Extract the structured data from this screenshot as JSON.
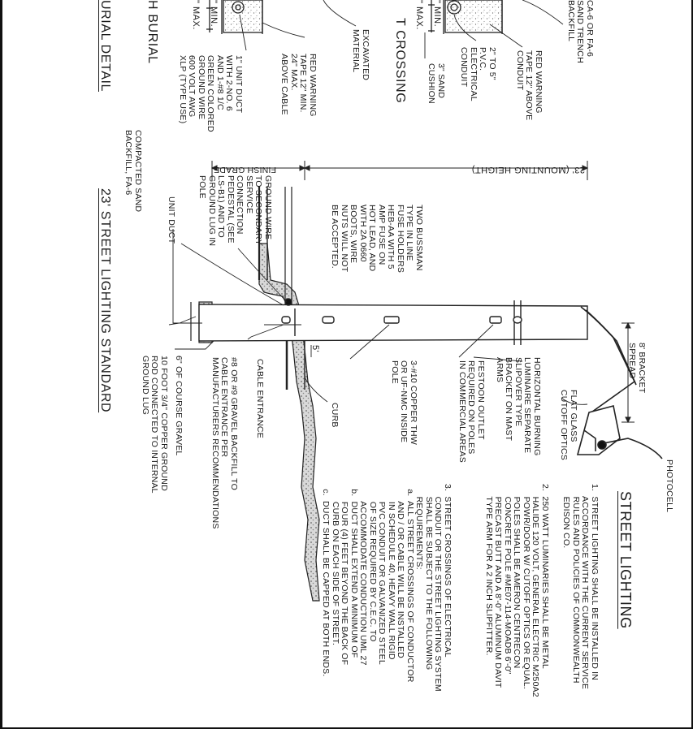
{
  "titles": {
    "street_lighting": "STREET LIGHTING",
    "standard": "23' STREET LIGHTING STANDARD",
    "burial_detail": "URIAL DETAIL",
    "direct_burial": "H BURIAL",
    "crossing": "T CROSSING"
  },
  "notes": {
    "note1": "1.  STREET LIGHTING SHALL BE INSTALLED IN\n     ACCORDANCE WITH THE CURRENT SERVICE\n     RULES AND POLICIES OF COMMONWEALTH\n     EDISON CO.",
    "note2": "2.  250 WATT LUMINARIES SHALL BE METAL\n     HALIDE 120 VOLT, GENERAL ELECTRIC M250A2\n     POWR/DOOR W/ CUTOFF OPTICS OR EQUAL.\n     POLES SHALL BE AMERON CENTRECON\n     CONCRETE POLE #ME07-114-MOADB 6'-0\"\n     PRECAST BUTT AND A 8'-0\" ALUMINUM DAVIT\n     TYPE ARM FOR A 2 INCH SLIPFITTER.",
    "note3": "3.  STREET CROSSINGS OF ELECTRICAL\n     CONDUIT OR THE STREET LIGHTING SYSTEM\n     SHALL BE SUBJECT TO THE FOLLOWING\n     REQUIREMENTS:\n  a.  ALL STREET CROSSINGS OF CONDUCTOR\n       AND / OR CABLE WILL BE INSTALLED\n       IN SCHEDULE 40, HEAVY WALL RIGID\n       PVC CONDUIT OR GALVANIZED STEEL\n       OF SIZE REQUIRED BY C.E.C. TO\n       ACCOMMODATE CONDUCTION UML 27\n  b.  DUCT SHALL EXTEND A MINIMUM OF\n       FOUR (4) FEET BEYOND THE BACK OF\n       CURB ON EACH SIDE OF STREET.\n  c.  DUCT SHALL BE CAPPED AT BOTH ENDS."
  },
  "labels": {
    "photocell": "PHOTOCELL",
    "bracket_spread": "8' BRACKET\nSPREAD",
    "flat_glass": "FLAT GLASS\nCUTOFF OPTICS",
    "luminaire": "HORIZONTAL BURNING\nLUMINAIRE SEPARATE\nSLIPOVER TYPE\nBRACKET ON MAST\nARMS",
    "festoon": "FESTOON OUTLET\nREQUIRED ON POLES\nIN COMMERCIAL AREAS",
    "copper_thw": "3-#10 COPPER THW\nOR UF-NMC INSIDE\nPOLE",
    "curb": "CURB",
    "five_ft": "5'",
    "cable_entrance": "CABLE ENTRANCE",
    "gravel_backfill": "#8 OR #9 GRAVEL BACKFILL TO\nCABLE ENTRANCE PER\nMANUFACTURERS RECOMMENDATIONS",
    "course_gravel": "6\" OF COURSE GRAVEL",
    "ground_rod": "10 FOOT 3/4\" COPPER GROUND\nROD CONNECTED TO INTERNAL\nGROUND LUG",
    "mounting_height": "23' (MOUNTING HEIGHT)",
    "finish_grade": "FINISH GRADE",
    "fuse_note": "TWO BUSSMAN\nTYPE IN LINE\nFUSE HOLDERS\nHEB-AA WITH 5\nAMP FUSE ON\nHOT LEAD, AND\nWITH 2A 0660\nBOOTS, WIRE\nNUTS WILL NOT\nBE ACCEPTED.",
    "ground_wire": "GROUND WIRE\nTO SECONDARY\nSERVICE\nCONNECTION\nPEDESTAL (SEE\nLS-B1) AND TO\nGROUND LUG IN\nPOLE",
    "unit_duct": "UNIT DUCT",
    "compacted_sand": "COMPACTED SAND\nBACKFILL, FA-6",
    "red_tape_a": "RED WARNING\nTAPE 12\" MIN.\n24\" MAX.\nABOVE CABLE",
    "excavated": "EXCAVATED\nMATERIAL",
    "unit_duct_spec": "1\" UNIT DUCT\nWITH 2-NO. 6\nAND 1-#8 1/C\nGREEN COLORED\nGROUND WIRE\n600 VOLT AWG\nXLP (TYPE USE)",
    "min_a": "\" MIN.",
    "max_a": "\" MAX.",
    "red_tape_b": "RED WARNING\nTAPE 12\" ABOVE\nCONDUIT",
    "ca6": "CA-6 OR FA-6\nSAND TRENCH\nBACKFILL",
    "pvc": "2\" TO 5\"\nP.V.C.\nELECTRICAL\nCONDUIT",
    "sand_cushion": "3\" SAND\nCUSHION",
    "min_b": "\" MIN.",
    "max_b": "\" MAX."
  },
  "colors": {
    "ink": "#1a1a1a",
    "paper": "#ffffff",
    "earth": "#cfcfcf"
  }
}
